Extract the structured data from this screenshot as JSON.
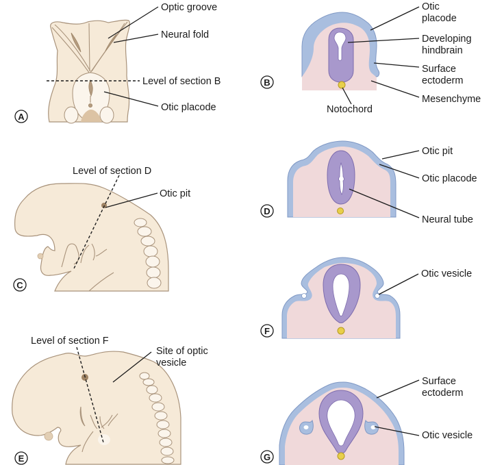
{
  "figure": {
    "title": "Development of the otic vesicle",
    "panels": [
      {
        "id": "A",
        "letter": "A",
        "labels": {
          "optic_groove": "Optic groove",
          "neural_fold": "Neural fold",
          "level": "Level of section B",
          "otic_placode": "Otic placode"
        }
      },
      {
        "id": "B",
        "letter": "B",
        "labels": {
          "otic_placode_1": "Otic",
          "otic_placode_2": "placode",
          "hindbrain_1": "Developing",
          "hindbrain_2": "hindbrain",
          "surface_1": "Surface",
          "surface_2": "ectoderm",
          "mesenchyme": "Mesenchyme",
          "notochord": "Notochord"
        }
      },
      {
        "id": "C",
        "letter": "C",
        "labels": {
          "level": "Level of section D",
          "otic_pit": "Otic pit"
        }
      },
      {
        "id": "D",
        "letter": "D",
        "labels": {
          "otic_pit": "Otic pit",
          "otic_placode": "Otic placode",
          "neural_tube": "Neural tube"
        }
      },
      {
        "id": "E",
        "letter": "E",
        "labels": {
          "level": "Level of section F",
          "site_1": "Site of optic",
          "site_2": "vesicle"
        }
      },
      {
        "id": "F",
        "letter": "F",
        "labels": {
          "otic_vesicle": "Otic vesicle"
        }
      },
      {
        "id": "G",
        "letter": "G",
        "labels": {
          "surface_1": "Surface",
          "surface_2": "ectoderm",
          "otic_vesicle": "Otic vesicle"
        }
      }
    ]
  },
  "colors": {
    "embryo": "#f6ead8",
    "surface_ectoderm": "#a9bedf",
    "mesenchyme": "#f0d9da",
    "neural_tube": "#a898cc",
    "notochord": "#e8cf4a"
  }
}
